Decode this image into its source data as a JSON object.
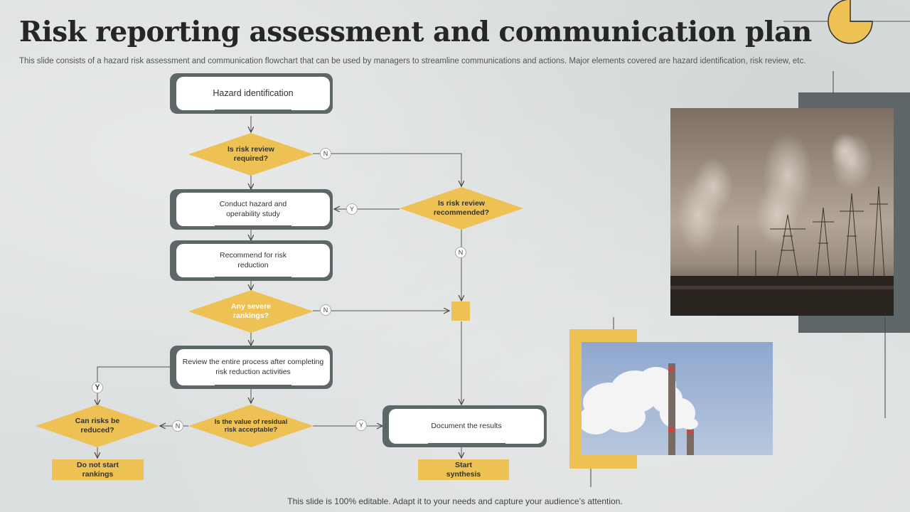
{
  "title": "Risk reporting assessment and communication plan",
  "subtitle": "This slide consists of a hazard risk assessment and communication flowchart that can be used by managers to streamline communications and actions. Major elements covered are hazard identification, risk review, etc.",
  "footer": "This slide is 100% editable. Adapt it to your needs and capture your audience’s attention.",
  "colors": {
    "accent": "#edc153",
    "dark": "#5e6767",
    "background": "#dfe1e1"
  },
  "flow": {
    "hazard_identification": "Hazard identification",
    "risk_review_required": "Is risk review required?",
    "conduct_study": "Conduct hazard and operability study",
    "risk_review_recommended": "Is risk review recommended?",
    "recommend_reduction": "Recommend  for risk reduction",
    "any_severe_rankings": "Any severe rankings?",
    "review_process": "Review the entire process after completing risk reduction activities",
    "can_risks_be_reduced": "Can risks be reduced?",
    "residual_risk_acceptable": "Is the value of residual risk acceptable?",
    "document_results": "Document the results",
    "do_not_start": "Do not start rankings",
    "start_synthesis": "Start synthesis"
  },
  "labels": {
    "yes": "Y",
    "no": "N"
  },
  "images": {
    "industrial_smoke_photo": "industrial-smoke-photo",
    "chimney_photo": "chimney-photo"
  }
}
